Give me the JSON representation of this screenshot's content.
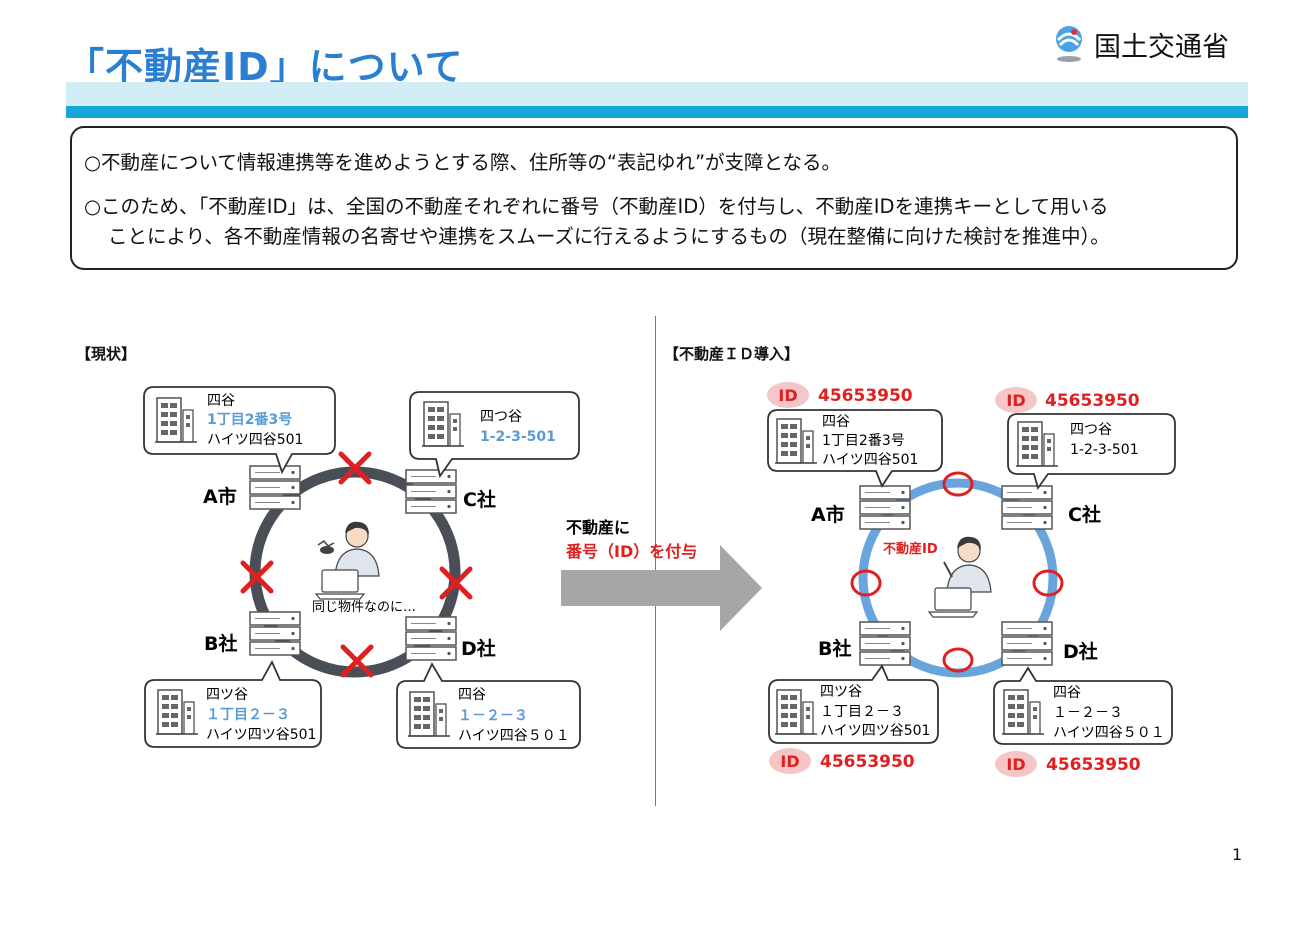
{
  "title": "「不動産ID」について",
  "ministry": "国土交通省",
  "intro": {
    "line1": "○不動産について情報連携等を進めようとする際、住所等の“表記ゆれ”が支障となる。",
    "line2": "○このため、「不動産ID」は、全国の不動産それぞれに番号（不動産ID）を付与し、不動産IDを連携キーとして用いる",
    "line3": "ことにより、各不動産情報の名寄せや連携をスムーズに行えるようにするもの（現在整備に向けた検討を推進中）。"
  },
  "current": {
    "label": "【現状】",
    "center_caption": "同じ物件なのに…",
    "nodes": {
      "a": {
        "name": "A市",
        "addr1": "四谷",
        "addr2": "1丁目2番3号",
        "addr3": "ハイツ四谷501"
      },
      "c": {
        "name": "C社",
        "addr1": "四つ谷",
        "addr2": "1-2-3-501"
      },
      "b": {
        "name": "B社",
        "addr1": "四ツ谷",
        "addr2": "１丁目２－３",
        "addr3": "ハイツ四ツ谷501"
      },
      "d": {
        "name": "D社",
        "addr1": "四谷",
        "addr2": "１－２－３",
        "addr3": "ハイツ四谷５０１"
      }
    }
  },
  "arrow": {
    "line1": "不動産に",
    "line2": "番号（ID）を付与"
  },
  "future": {
    "label": "【不動産ＩＤ導入】",
    "center_label": "不動産ID",
    "id_tag": "ID",
    "id_value": "45653950",
    "nodes": {
      "a": {
        "name": "A市",
        "addr1": "四谷",
        "addr2": "1丁目2番3号",
        "addr3": "ハイツ四谷501"
      },
      "c": {
        "name": "C社",
        "addr1": "四つ谷",
        "addr2": "1-2-3-501"
      },
      "b": {
        "name": "B社",
        "addr1": "四ツ谷",
        "addr2": "１丁目２－３",
        "addr3": "ハイツ四ツ谷501"
      },
      "d": {
        "name": "D社",
        "addr1": "四谷",
        "addr2": "１－２－３",
        "addr3": "ハイツ四谷５０１"
      }
    }
  },
  "page_number": "1",
  "colors": {
    "title": "#2b7fd0",
    "accent_blue": "#5a9bd5",
    "red": "#e02020",
    "ring_dark": "#4a4f57",
    "ring_blue": "#6aa4dd",
    "band_light": "#d3edf7",
    "band_dark": "#18a5d8"
  }
}
